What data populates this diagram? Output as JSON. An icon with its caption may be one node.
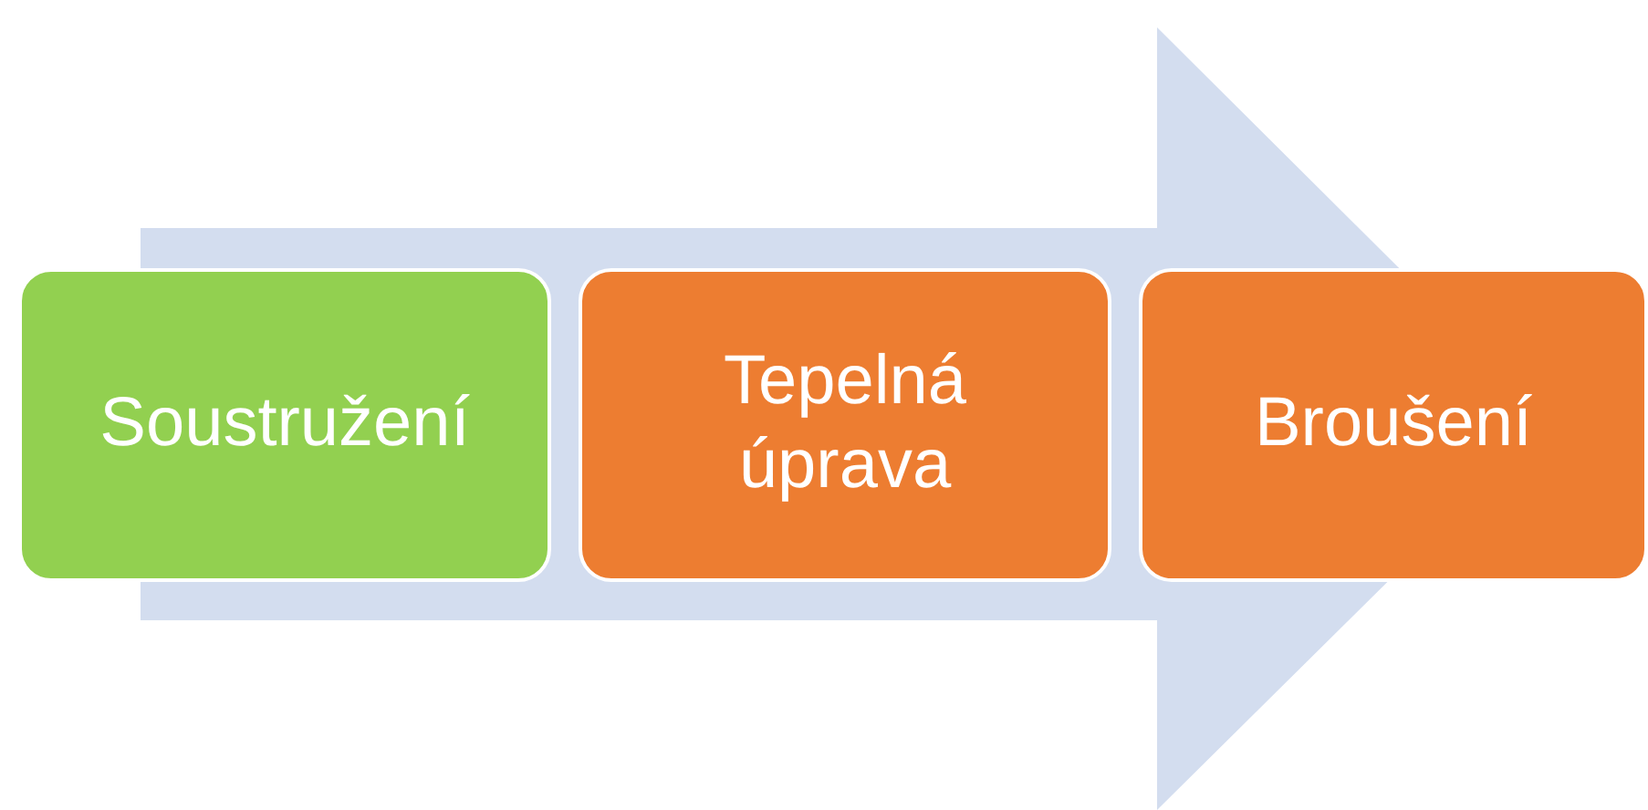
{
  "diagram": {
    "nodes": [
      {
        "text": [
          "Soustružení"
        ]
      },
      {
        "text": [
          "Tepelná úprava"
        ]
      },
      {
        "text": [
          "Broušení"
        ]
      }
    ],
    "edges": [
      {
        "from": 0,
        "to": 2,
        "arrow": "to"
      }
    ]
  }
}
